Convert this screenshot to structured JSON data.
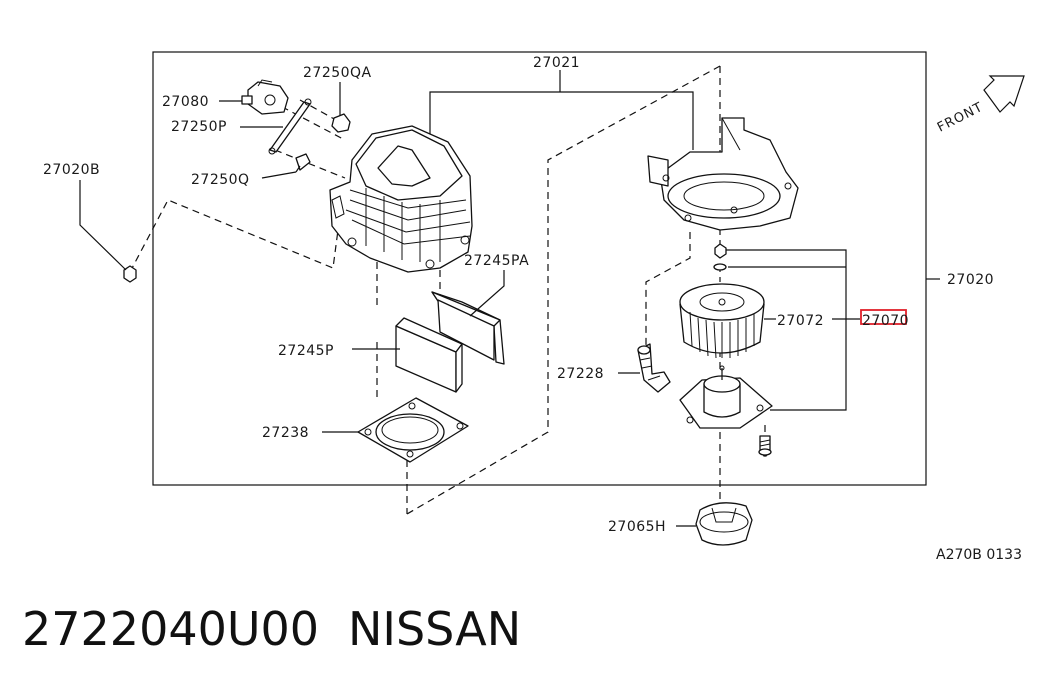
{
  "diagram": {
    "callouts": {
      "c27021": "27021",
      "c27080": "27080",
      "c27250QA": "27250QA",
      "c27250P": "27250P",
      "c27250Q": "27250Q",
      "c27020B": "27020B",
      "c27245PA": "27245PA",
      "c27245P": "27245P",
      "c27238": "27238",
      "c27020": "27020",
      "c27072": "27072",
      "c27070": "27070",
      "c27228": "27228",
      "c27065H": "27065H"
    },
    "front_label": "FRONT",
    "reference_code": "A270B 0133",
    "highlight_color": "#e0202a",
    "line_color": "#111111"
  },
  "caption": {
    "part_number": "2722040U00",
    "brand": "NISSAN"
  }
}
